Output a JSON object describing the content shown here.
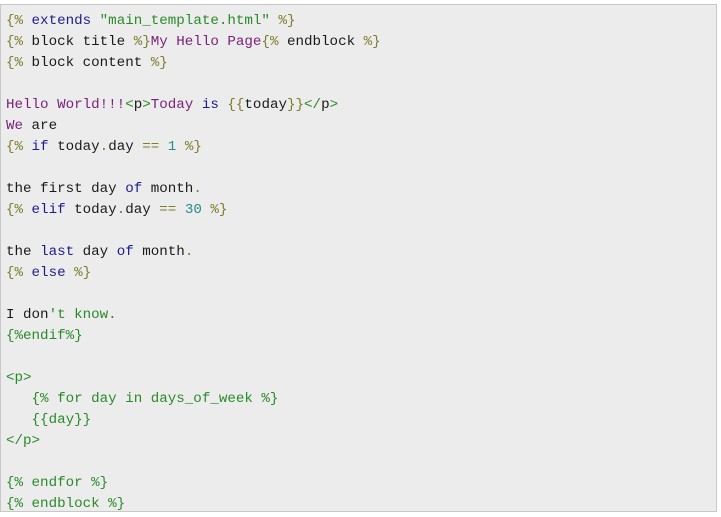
{
  "code_block": {
    "colors": {
      "background": "#ececec",
      "border": "#c8c8c8",
      "delimiter": "#7d7d2a",
      "keyword": "#1c1c8f",
      "string": "#2a8a2a",
      "purple_text": "#7a1f7a",
      "plain_text": "#1a1a1a",
      "number": "#2a8a8a"
    },
    "lines": [
      [
        {
          "t": "{%",
          "c": "t-delim"
        },
        {
          "t": " ",
          "c": "t-text"
        },
        {
          "t": "extends",
          "c": "t-kw"
        },
        {
          "t": " ",
          "c": "t-text"
        },
        {
          "t": "\"main_template.html\"",
          "c": "t-str"
        },
        {
          "t": " ",
          "c": "t-text"
        },
        {
          "t": "%}",
          "c": "t-delim"
        }
      ],
      [
        {
          "t": "{%",
          "c": "t-delim"
        },
        {
          "t": " block title ",
          "c": "t-text"
        },
        {
          "t": "%}",
          "c": "t-delim"
        },
        {
          "t": "My Hello Page",
          "c": "t-purple"
        },
        {
          "t": "{%",
          "c": "t-delim"
        },
        {
          "t": " endblock ",
          "c": "t-text"
        },
        {
          "t": "%}",
          "c": "t-delim"
        }
      ],
      [
        {
          "t": "{%",
          "c": "t-delim"
        },
        {
          "t": " block content ",
          "c": "t-text"
        },
        {
          "t": "%}",
          "c": "t-delim"
        }
      ],
      [],
      [
        {
          "t": "Hello World!!!",
          "c": "t-purple"
        },
        {
          "t": "<",
          "c": "t-green"
        },
        {
          "t": "p",
          "c": "t-text"
        },
        {
          "t": ">",
          "c": "t-green"
        },
        {
          "t": "Today",
          "c": "t-purple"
        },
        {
          "t": " ",
          "c": "t-text"
        },
        {
          "t": "is",
          "c": "t-kw"
        },
        {
          "t": " ",
          "c": "t-text"
        },
        {
          "t": "{{",
          "c": "t-delim"
        },
        {
          "t": "today",
          "c": "t-text"
        },
        {
          "t": "}}",
          "c": "t-delim"
        },
        {
          "t": "</",
          "c": "t-green"
        },
        {
          "t": "p",
          "c": "t-text"
        },
        {
          "t": ">",
          "c": "t-green"
        }
      ],
      [
        {
          "t": "We",
          "c": "t-purple"
        },
        {
          "t": " are",
          "c": "t-text"
        }
      ],
      [
        {
          "t": "{%",
          "c": "t-delim"
        },
        {
          "t": " ",
          "c": "t-text"
        },
        {
          "t": "if",
          "c": "t-kw"
        },
        {
          "t": " today",
          "c": "t-text"
        },
        {
          "t": ".",
          "c": "t-dot"
        },
        {
          "t": "day ",
          "c": "t-text"
        },
        {
          "t": "==",
          "c": "t-op"
        },
        {
          "t": " ",
          "c": "t-text"
        },
        {
          "t": "1",
          "c": "t-num"
        },
        {
          "t": " ",
          "c": "t-text"
        },
        {
          "t": "%}",
          "c": "t-delim"
        }
      ],
      [],
      [
        {
          "t": "the first day ",
          "c": "t-text"
        },
        {
          "t": "of",
          "c": "t-kw"
        },
        {
          "t": " month",
          "c": "t-text"
        },
        {
          "t": ".",
          "c": "t-dot"
        }
      ],
      [
        {
          "t": "{%",
          "c": "t-delim"
        },
        {
          "t": " ",
          "c": "t-text"
        },
        {
          "t": "elif",
          "c": "t-kw"
        },
        {
          "t": " today",
          "c": "t-text"
        },
        {
          "t": ".",
          "c": "t-dot"
        },
        {
          "t": "day ",
          "c": "t-text"
        },
        {
          "t": "==",
          "c": "t-op"
        },
        {
          "t": " ",
          "c": "t-text"
        },
        {
          "t": "30",
          "c": "t-num"
        },
        {
          "t": " ",
          "c": "t-text"
        },
        {
          "t": "%}",
          "c": "t-delim"
        }
      ],
      [],
      [
        {
          "t": "the ",
          "c": "t-text"
        },
        {
          "t": "last",
          "c": "t-kw"
        },
        {
          "t": " day ",
          "c": "t-text"
        },
        {
          "t": "of",
          "c": "t-kw"
        },
        {
          "t": " month",
          "c": "t-text"
        },
        {
          "t": ".",
          "c": "t-dot"
        }
      ],
      [
        {
          "t": "{%",
          "c": "t-delim"
        },
        {
          "t": " ",
          "c": "t-text"
        },
        {
          "t": "else",
          "c": "t-kw"
        },
        {
          "t": " ",
          "c": "t-text"
        },
        {
          "t": "%}",
          "c": "t-delim"
        }
      ],
      [],
      [
        {
          "t": "I don",
          "c": "t-text"
        },
        {
          "t": "'t know.",
          "c": "t-green"
        }
      ],
      [
        {
          "t": "{%endif%}",
          "c": "t-green"
        }
      ],
      [],
      [
        {
          "t": "<p>",
          "c": "t-green"
        }
      ],
      [
        {
          "t": "   {% for day in days_of_week %}",
          "c": "t-green"
        }
      ],
      [
        {
          "t": "   {{day}}",
          "c": "t-green"
        }
      ],
      [
        {
          "t": "</p>",
          "c": "t-green"
        }
      ],
      [],
      [
        {
          "t": "{% endfor %}",
          "c": "t-green"
        }
      ],
      [
        {
          "t": "{% endblock %}",
          "c": "t-green"
        }
      ]
    ]
  }
}
